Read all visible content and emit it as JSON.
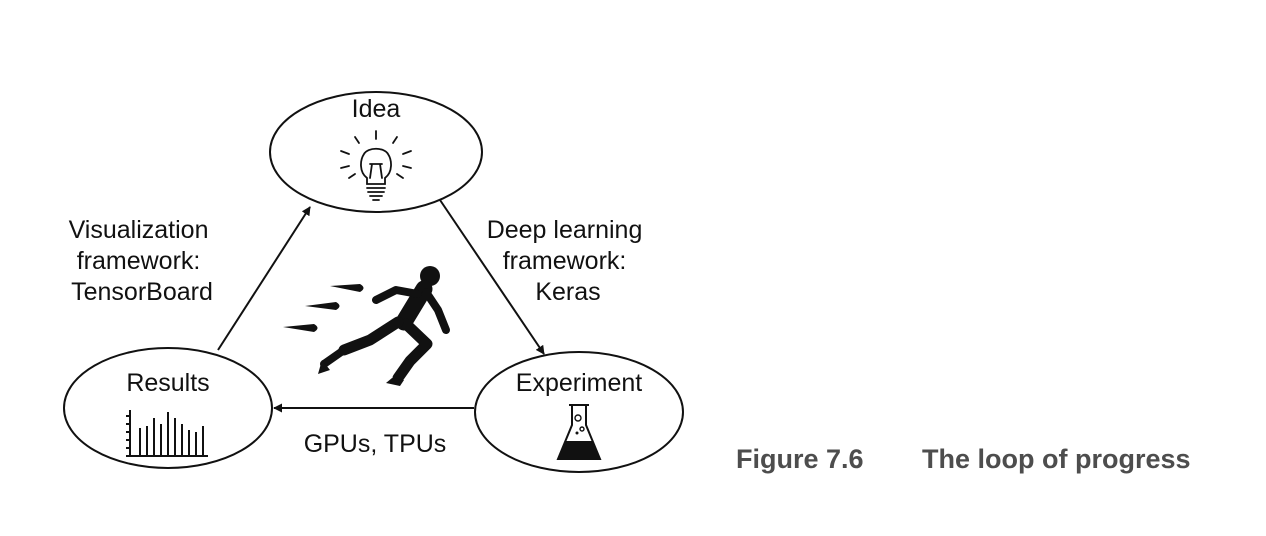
{
  "nodes": {
    "idea": {
      "label": "Idea",
      "icon": "lightbulb-icon"
    },
    "experiment": {
      "label": "Experiment",
      "icon": "flask-icon"
    },
    "results": {
      "label": "Results",
      "icon": "bar-chart-icon"
    }
  },
  "edges": {
    "idea_to_experiment": {
      "lines": [
        "Deep learning",
        "framework:",
        "Keras"
      ]
    },
    "experiment_to_results": {
      "lines": [
        "GPUs, TPUs"
      ]
    },
    "results_to_idea": {
      "lines": [
        "Visualization",
        "framework:",
        "TensorBoard"
      ]
    }
  },
  "center_icon": "running-person-icon",
  "caption": {
    "figure_number": "Figure 7.6",
    "title": "The loop of progress"
  }
}
